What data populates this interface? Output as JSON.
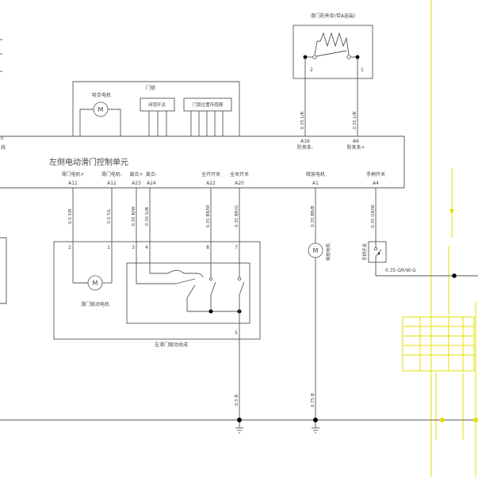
{
  "colors": {
    "line": "#555555",
    "node": "#000000",
    "text": "#444444",
    "annotation": "#e6df00",
    "background": "#ffffff"
  },
  "left_edge": {
    "labels": [
      "E",
      "线"
    ]
  },
  "anti_pinch_strip": {
    "label": "滑门防夹条(带A选装)",
    "pins": [
      "2",
      "1"
    ]
  },
  "lock_assembly": {
    "label": "门锁",
    "motor_label": "吸合电机",
    "motor_symbol": "M",
    "switch_label": "闭锁开关",
    "sensor_label": "门锁位置传感器"
  },
  "control_unit": {
    "name": "左侧电动滑门控制单元",
    "top_pins": [
      {
        "id": "A16",
        "label": "防夹条-"
      },
      {
        "id": "A6",
        "label": "防夹条+"
      }
    ],
    "bottom_pins": [
      {
        "id": "A11",
        "label": "滑门电机+"
      },
      {
        "id": "A12",
        "label": "滑门电机-"
      },
      {
        "id": "A23",
        "label": "离合+"
      },
      {
        "id": "A24",
        "label": "离合-"
      },
      {
        "id": "A22",
        "label": "全开开关"
      },
      {
        "id": "A20",
        "label": "全关开关"
      },
      {
        "id": "A1",
        "label": "释放电机"
      },
      {
        "id": "A4",
        "label": "手柄开关"
      }
    ]
  },
  "wires": {
    "a16": "0.35 L/R",
    "a6": "0.35 L/B",
    "a11": "0.5 Y/R",
    "a12": "0.5 Y/L",
    "a23": "0.35 B/W",
    "a24": "0.35 G/B",
    "a22": "0.35 BR/W",
    "a20": "0.35 BR/G",
    "a1": "0.35 BR/B",
    "a4": "0.35 GR/W",
    "drive_ground": "0.5 B",
    "release_ground": "0.75 B",
    "handle_to_bus": "0.35 GR/W-G"
  },
  "drive_assembly": {
    "label": "左滑门驱动总成",
    "motor_label": "滑门驱动电机",
    "motor_symbol": "M",
    "pins": [
      "2",
      "1",
      "3",
      "4",
      "8",
      "7",
      "5"
    ]
  },
  "release_motor": {
    "label": "释放电机",
    "symbol": "M"
  },
  "handle_switch": {
    "label": "手柄开关"
  }
}
